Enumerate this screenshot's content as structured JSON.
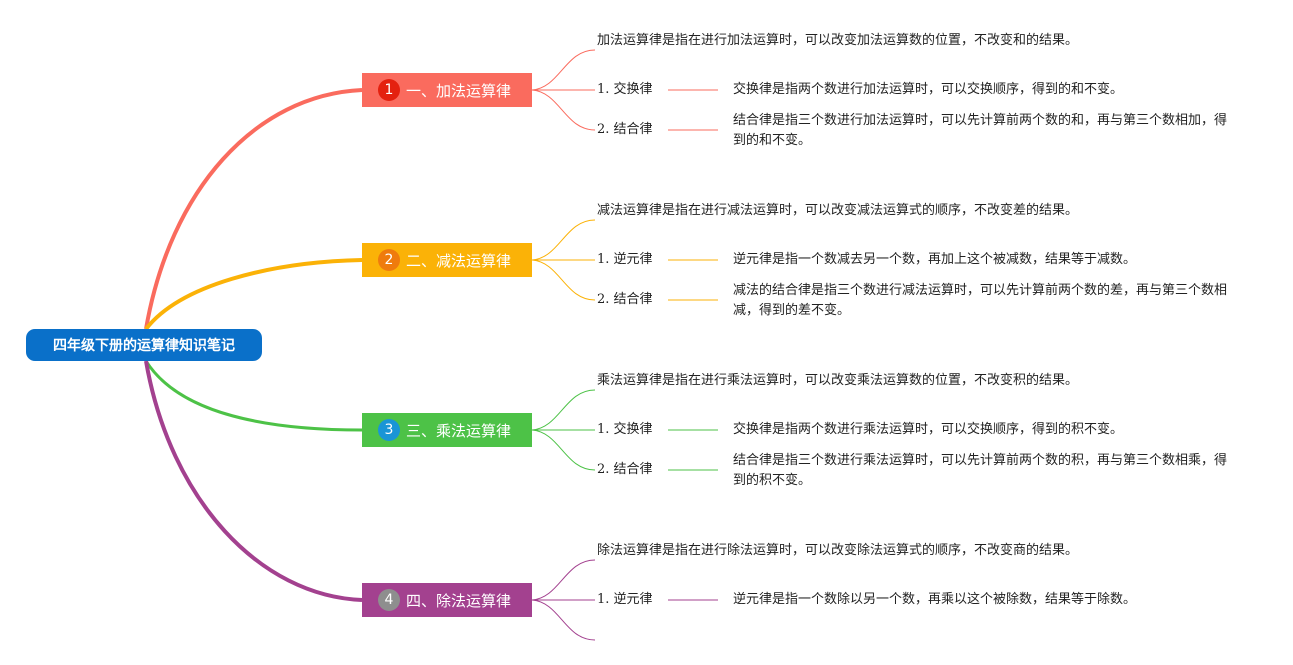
{
  "root": {
    "title": "四年级下册的运算律知识笔记"
  },
  "colors": {
    "root": "#0a70c9",
    "b1": "#fa6b5e",
    "b2": "#fbb207",
    "b3": "#4dc247",
    "b4": "#a3418f"
  },
  "branches": [
    {
      "num": "1",
      "label": "一、加法运算律",
      "intro": "加法运算律是指在进行加法运算时，可以改变加法运算数的位置，不改变和的结果。",
      "laws": [
        {
          "name": "1. 交换律",
          "desc": "交换律是指两个数进行加法运算时，可以交换顺序，得到的和不变。"
        },
        {
          "name": "2. 结合律",
          "desc": "结合律是指三个数进行加法运算时，可以先计算前两个数的和，再与第三个数相加，得到的和不变。"
        }
      ]
    },
    {
      "num": "2",
      "label": "二、减法运算律",
      "intro": "减法运算律是指在进行减法运算时，可以改变减法运算式的顺序，不改变差的结果。",
      "laws": [
        {
          "name": "1. 逆元律",
          "desc": "逆元律是指一个数减去另一个数，再加上这个被减数，结果等于减数。"
        },
        {
          "name": "2. 结合律",
          "desc": "减法的结合律是指三个数进行减法运算时，可以先计算前两个数的差，再与第三个数相减，得到的差不变。"
        }
      ]
    },
    {
      "num": "3",
      "label": "三、乘法运算律",
      "intro": "乘法运算律是指在进行乘法运算时，可以改变乘法运算数的位置，不改变积的结果。",
      "laws": [
        {
          "name": "1. 交换律",
          "desc": "交换律是指两个数进行乘法运算时，可以交换顺序，得到的积不变。"
        },
        {
          "name": "2. 结合律",
          "desc": "结合律是指三个数进行乘法运算时，可以先计算前两个数的积，再与第三个数相乘，得到的积不变。"
        }
      ]
    },
    {
      "num": "4",
      "label": "四、除法运算律",
      "intro": "除法运算律是指在进行除法运算时，可以改变除法运算式的顺序，不改变商的结果。",
      "laws": [
        {
          "name": "1. 逆元律",
          "desc": "逆元律是指一个数除以另一个数，再乘以这个被除数，结果等于除数。"
        }
      ]
    }
  ]
}
